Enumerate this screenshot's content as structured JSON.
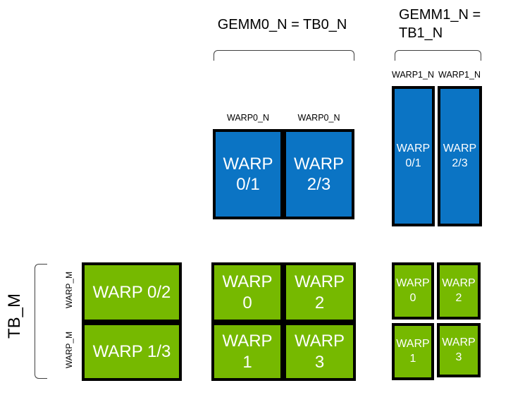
{
  "diagram": {
    "title_gemm0": "GEMM0_N = TB0_N",
    "title_gemm1": "GEMM1_N =\nTB1_N",
    "tb_m_label": "TB_M",
    "warp_m_labels": [
      "WARP_M",
      "WARP_M"
    ],
    "warp0_n_labels": [
      "WARP0_N",
      "WARP0_N"
    ],
    "warp1_n_labels": [
      "WARP1_N",
      "WARP1_N"
    ],
    "tiles": {
      "b0": {
        "cells": [
          "WARP\n0/1",
          "WARP\n2/3"
        ]
      },
      "b1": {
        "cells": [
          "WARP\n0/1",
          "WARP\n2/3"
        ]
      },
      "a": {
        "cells": [
          "WARP 0/2",
          "WARP 1/3"
        ]
      },
      "c0": {
        "cells": [
          "WARP\n0",
          "WARP\n2",
          "WARP\n1",
          "WARP\n3"
        ]
      },
      "c1": {
        "cells": [
          "WARP\n0",
          "WARP\n2",
          "WARP\n1",
          "WARP\n3"
        ]
      }
    },
    "colors": {
      "blue": "#0B74C4",
      "green": "#76B900",
      "border": "#000000",
      "bracket": "#404040",
      "cell_text": "#FFFFFF",
      "label_text": "#000000",
      "background": "#FFFFFF"
    }
  }
}
